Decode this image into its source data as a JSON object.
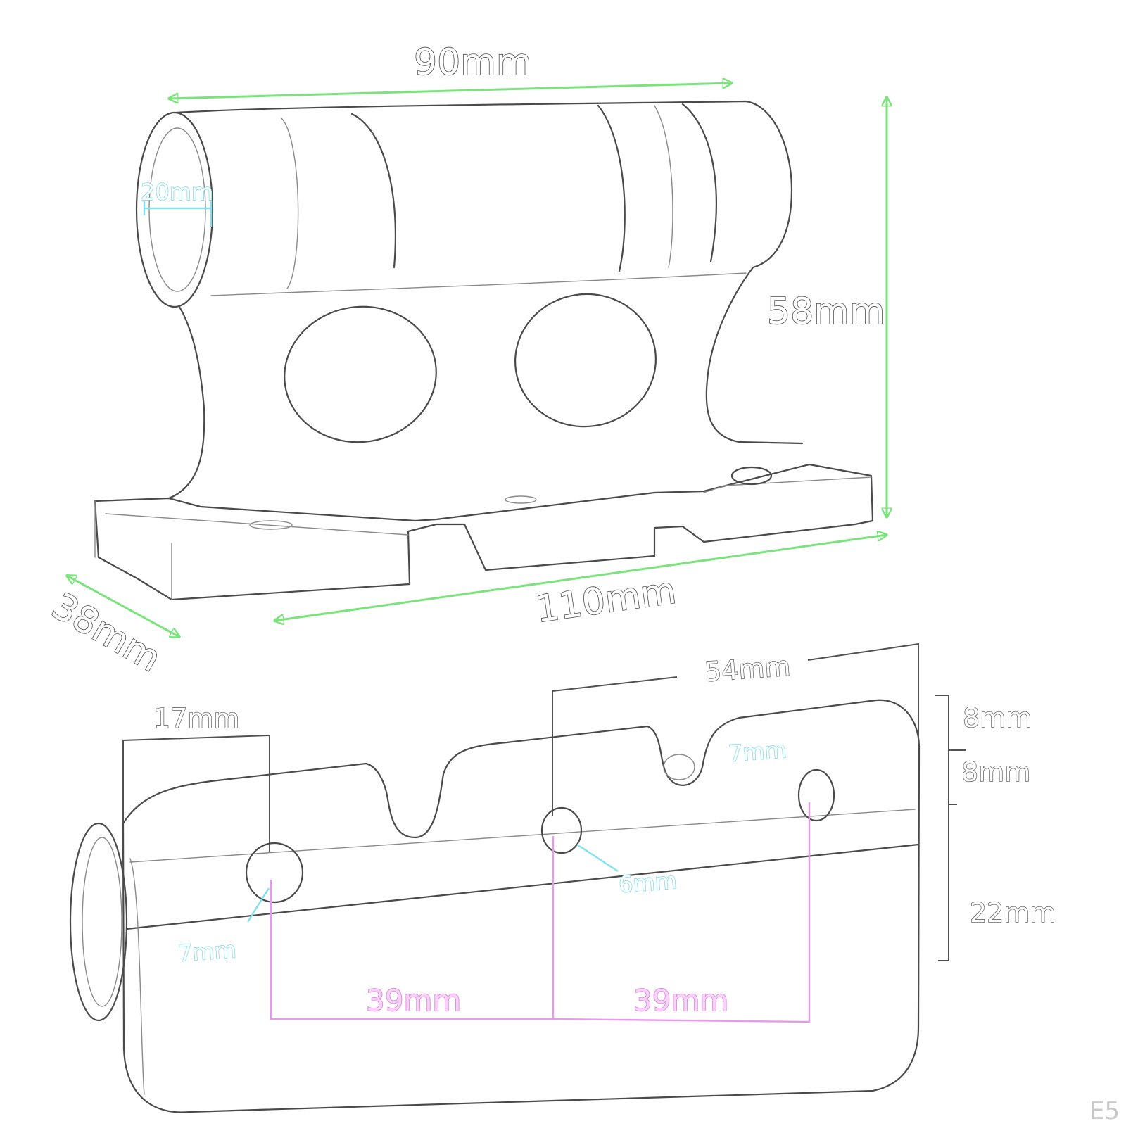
{
  "top_view": {
    "width_label": "90mm",
    "height_label": "58mm",
    "length_label": "110mm",
    "depth_label": "38mm",
    "bore_label": "20mm"
  },
  "bottom_view": {
    "edge_offset_label": "17mm",
    "span_label": "54mm",
    "side_top_label": "8mm",
    "side_mid_label": "8mm",
    "side_bottom_label": "22mm",
    "slot_label": "7mm",
    "hole_left_label": "7mm",
    "hole_mid_label": "6mm",
    "spacing_left_label": "39mm",
    "spacing_right_label": "39mm"
  },
  "colors": {
    "outline": "#4a4a4a",
    "dimension_green": "#7be37b",
    "dimension_cyan": "#7fe3ef",
    "dimension_pink": "#e79ae9"
  },
  "watermark": "E5"
}
